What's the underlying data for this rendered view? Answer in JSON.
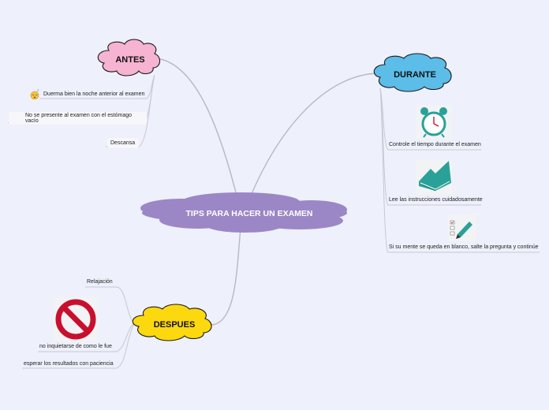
{
  "central": {
    "title": "TIPS PARA HACER UN  EXAMEN",
    "color": "#9b87c6"
  },
  "branches": {
    "antes": {
      "label": "ANTES",
      "color": "#f6b3d2",
      "items": [
        {
          "text": "Duerma bien la noche anterior al examen",
          "icon": "sleeping-face-icon"
        },
        {
          "text": "No se presente al examen con el estómago vacío",
          "icon": "cookie-icon"
        },
        {
          "text": "Descansa",
          "icon": ""
        }
      ]
    },
    "durante": {
      "label": "DURANTE",
      "color": "#5bbde8",
      "items": [
        {
          "text": "Controle el tiempo durante el examen",
          "icon": "alarm-clock-icon"
        },
        {
          "text": "Lee las instrucciones cuidadosamente",
          "icon": "open-book-icon"
        },
        {
          "text": "Si su mente se queda en blanco, salte la pregunta y continúe",
          "icon": "checklist-pencil-icon"
        }
      ]
    },
    "despues": {
      "label": "DESPUES",
      "color": "#fcd80f",
      "items": [
        {
          "text": "Relajación",
          "icon": ""
        },
        {
          "text": "no inquietarse de como le fue",
          "icon": "prohibited-icon"
        },
        {
          "text": "esperar los resultados con paciencia",
          "icon": ""
        }
      ]
    }
  }
}
